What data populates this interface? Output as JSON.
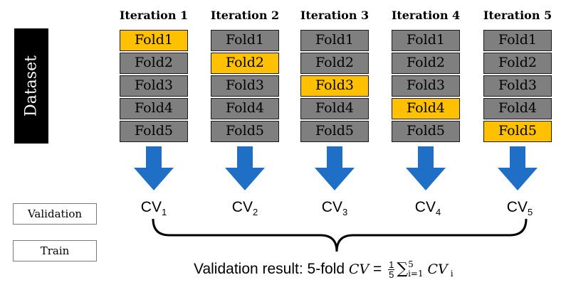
{
  "dataset_label": "Dataset",
  "iterations": [
    {
      "title": "Iteration 1",
      "validation_fold": 1,
      "cv_base": "CV",
      "cv_sub": "1"
    },
    {
      "title": "Iteration 2",
      "validation_fold": 2,
      "cv_base": "CV",
      "cv_sub": "2"
    },
    {
      "title": "Iteration 3",
      "validation_fold": 3,
      "cv_base": "CV",
      "cv_sub": "3"
    },
    {
      "title": "Iteration 4",
      "validation_fold": 4,
      "cv_base": "CV",
      "cv_sub": "4"
    },
    {
      "title": "Iteration 5",
      "validation_fold": 5,
      "cv_base": "CV",
      "cv_sub": "5"
    }
  ],
  "folds": [
    "Fold1",
    "Fold2",
    "Fold3",
    "Fold4",
    "Fold5"
  ],
  "legend": {
    "validation": {
      "label": "Validation",
      "color": "#ffc000"
    },
    "train": {
      "label": "Train",
      "color": "#7f7f7f"
    }
  },
  "arrow_color": "#1f6fc6",
  "result": {
    "prefix": "Validation result: 5-fold",
    "cv_symbol": "CV",
    "equals": "=",
    "frac_num": "1",
    "frac_den": "5",
    "sum_symbol": "∑",
    "sum_upper": "5",
    "sum_lower": "i=1",
    "term": "CV",
    "term_sub": "i"
  }
}
